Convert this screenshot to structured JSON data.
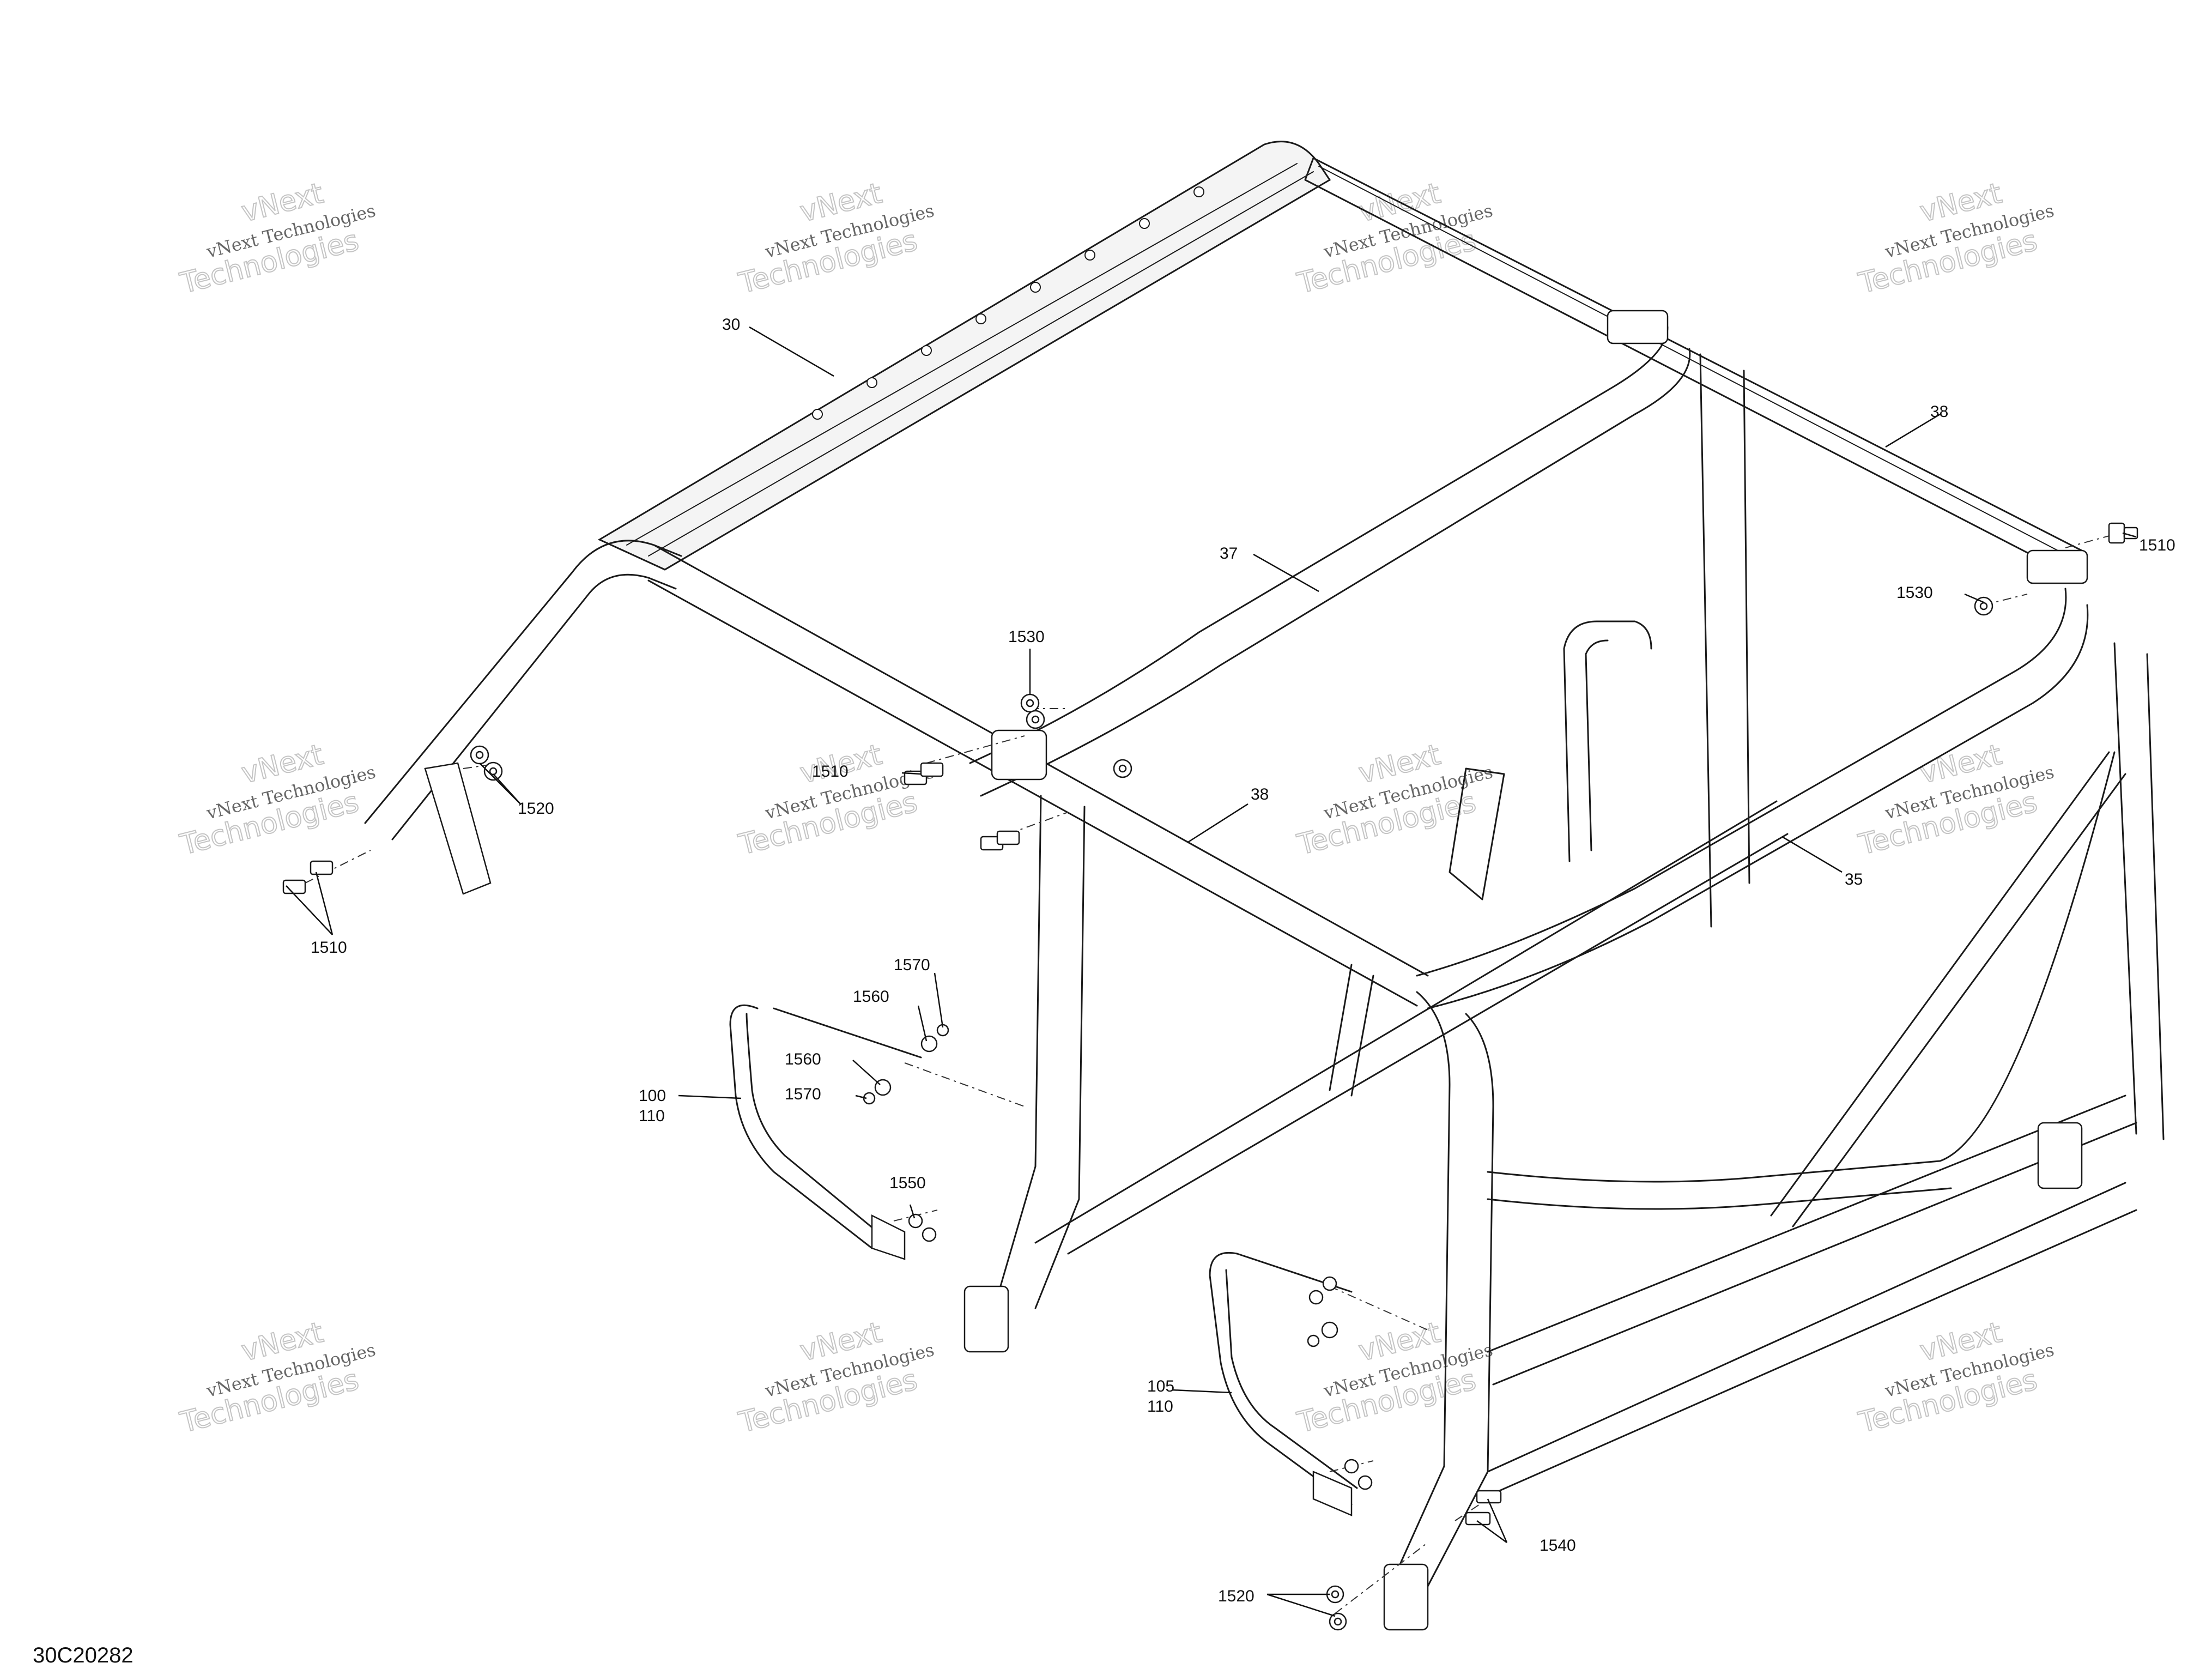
{
  "diagram_id": "30C20282",
  "watermark": {
    "line1": "vNext Technologies",
    "line2": "vNext",
    "line3": "Technologies"
  },
  "callouts": {
    "c30": "30",
    "c37": "37",
    "c38_right": "38",
    "c38_center": "38",
    "c35": "35",
    "c1510_right": "1510",
    "c1530_right": "1530",
    "c1530_center": "1530",
    "c1510_center": "1510",
    "c1520_left": "1520",
    "c1510_left": "1510",
    "c1570_top": "1570",
    "c1560_top": "1560",
    "c1560_mid": "1560",
    "c1570_mid": "1570",
    "c100": "100",
    "c110_a": "110",
    "c1550": "1550",
    "c105": "105",
    "c110_b": "110",
    "c1540": "1540",
    "c1520_bottom": "1520"
  }
}
